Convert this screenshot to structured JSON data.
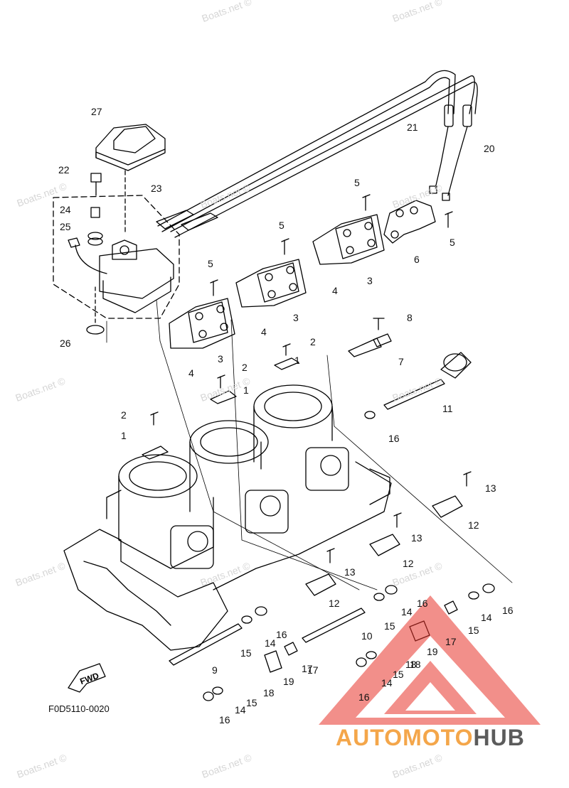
{
  "diagram": {
    "drawing_code": "F0D5110-0020",
    "fwd_label": "FWD",
    "watermark_text": "Boats.net ©",
    "callouts": [
      "1",
      "1",
      "1",
      "2",
      "2",
      "2",
      "3",
      "3",
      "3",
      "4",
      "4",
      "4",
      "5",
      "5",
      "5",
      "5",
      "6",
      "7",
      "8",
      "9",
      "10",
      "11",
      "12",
      "12",
      "12",
      "13",
      "13",
      "13",
      "14",
      "14",
      "14",
      "14",
      "14",
      "15",
      "15",
      "15",
      "15",
      "15",
      "16",
      "16",
      "16",
      "16",
      "16",
      "16",
      "17",
      "17",
      "17",
      "18",
      "18",
      "18",
      "19",
      "19",
      "20",
      "21",
      "22",
      "23",
      "24",
      "25",
      "26",
      "27"
    ]
  },
  "branding": {
    "part1": "AUTOMOTO",
    "part2": "HUB",
    "accent_color": "#f4a64a",
    "dark_color": "#5b5b5b",
    "triangle_color": "#e8332a"
  },
  "colors": {
    "line": "#000000",
    "watermark": "#d6d6d6",
    "background": "#ffffff"
  }
}
